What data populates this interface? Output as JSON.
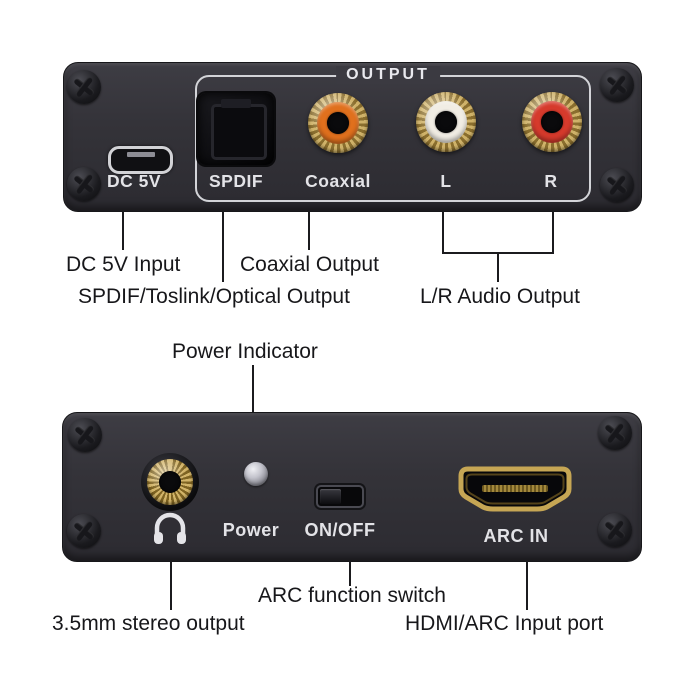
{
  "colors": {
    "device_body": "#34333a",
    "panel_text": "#e3e3e7",
    "annotation_text": "#17171a",
    "coaxial_ring": "#e0701d",
    "left_channel_ring": "#f1ede4",
    "right_channel_ring": "#d63a2c",
    "gold_connector": "#c2a154",
    "background": "#ffffff"
  },
  "top_device": {
    "dc_port_label": "DC 5V",
    "output_group_label": "OUTPUT",
    "spdif_label": "SPDIF",
    "coaxial_label": "Coaxial",
    "left_label": "L",
    "right_label": "R"
  },
  "bottom_device": {
    "power_label": "Power",
    "switch_label": "ON/OFF",
    "arc_in_label": "ARC IN"
  },
  "annotations": {
    "dc_input": "DC 5V Input",
    "coaxial_output": "Coaxial Output",
    "spdif_output": "SPDIF/Toslink/Optical Output",
    "lr_output": "L/R Audio Output",
    "power_indicator": "Power Indicator",
    "arc_switch": "ARC function switch",
    "stereo_output": "3.5mm stereo output",
    "hdmi_input": "HDMI/ARC Input port"
  }
}
